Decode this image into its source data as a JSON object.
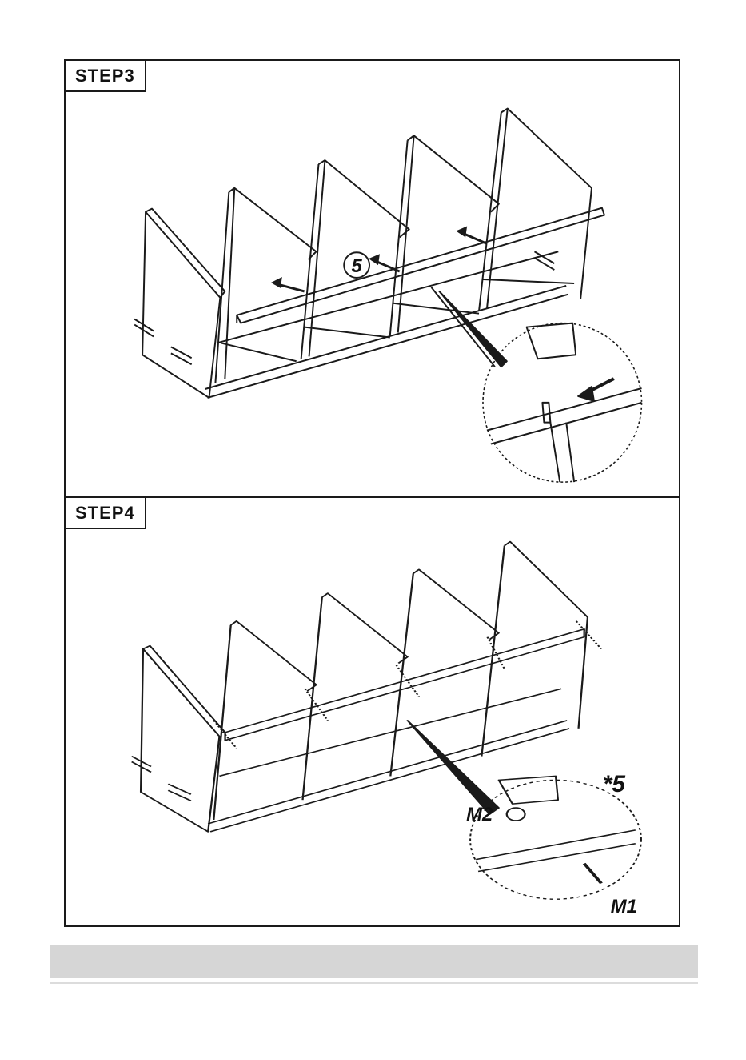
{
  "steps": [
    {
      "label": "STEP3",
      "callout_number": "5"
    },
    {
      "label": "STEP4",
      "quantity": "*5",
      "parts": [
        "M1",
        "M2"
      ]
    }
  ]
}
